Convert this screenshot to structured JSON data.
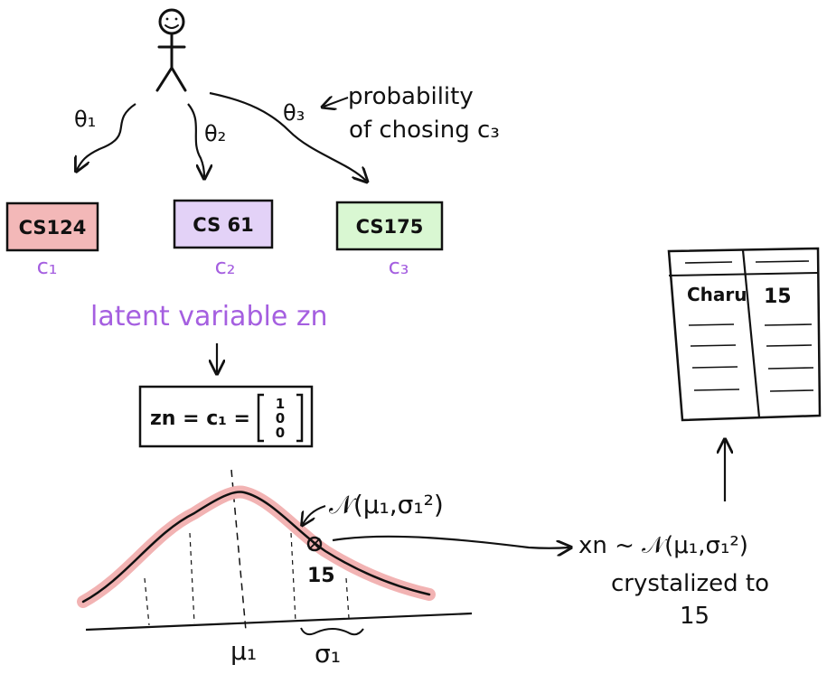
{
  "student": {
    "theta_1": "θ₁",
    "theta_2": "θ₂",
    "theta_3": "θ₃"
  },
  "theta_annotation": {
    "line1": "probability",
    "line2": "of chosing c₃"
  },
  "classes": [
    {
      "code": "CS124",
      "label": "c₁",
      "fill": "#f3b8b8"
    },
    {
      "code": "CS 61",
      "label": "c₂",
      "fill": "#e3d2f7"
    },
    {
      "code": "CS175",
      "label": "c₃",
      "fill": "#d9f7d2"
    }
  ],
  "latent": {
    "title": "latent variable zn",
    "equation": "zn = c₁ =",
    "vector": [
      "1",
      "0",
      "0"
    ]
  },
  "gaussian": {
    "label": "𝒩(μ₁,σ₁²)",
    "point_label": "15",
    "mean_label": "μ₁",
    "std_label": "σ₁",
    "curve_color": "#f2b3b3"
  },
  "sample": {
    "line1": "xn ~ 𝒩(μ₁,σ₁²)",
    "line2": "crystalized to",
    "line3": "15"
  },
  "table": {
    "name": "Charu",
    "value": "15"
  },
  "colors": {
    "ink": "#111111",
    "purple": "#a55fe0"
  }
}
